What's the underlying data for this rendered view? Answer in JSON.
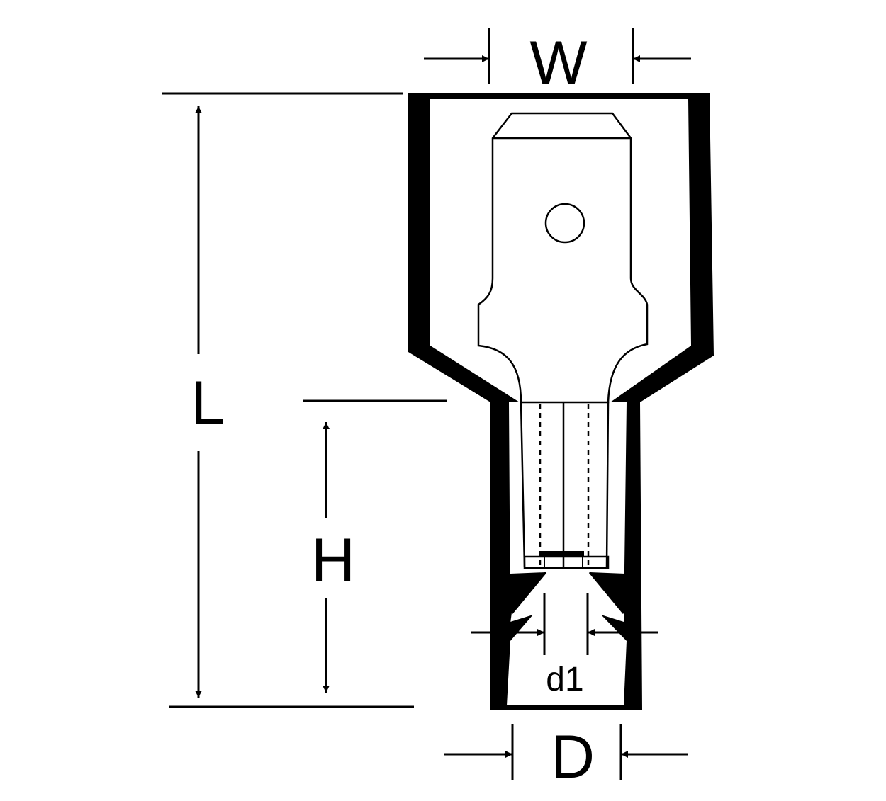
{
  "diagram": {
    "labels": {
      "width": "W",
      "length": "L",
      "height": "H",
      "outer_diameter": "D",
      "inner_diameter": "d1"
    },
    "colors": {
      "stroke": "#000000",
      "fill": "#000000",
      "background": "#ffffff"
    }
  }
}
